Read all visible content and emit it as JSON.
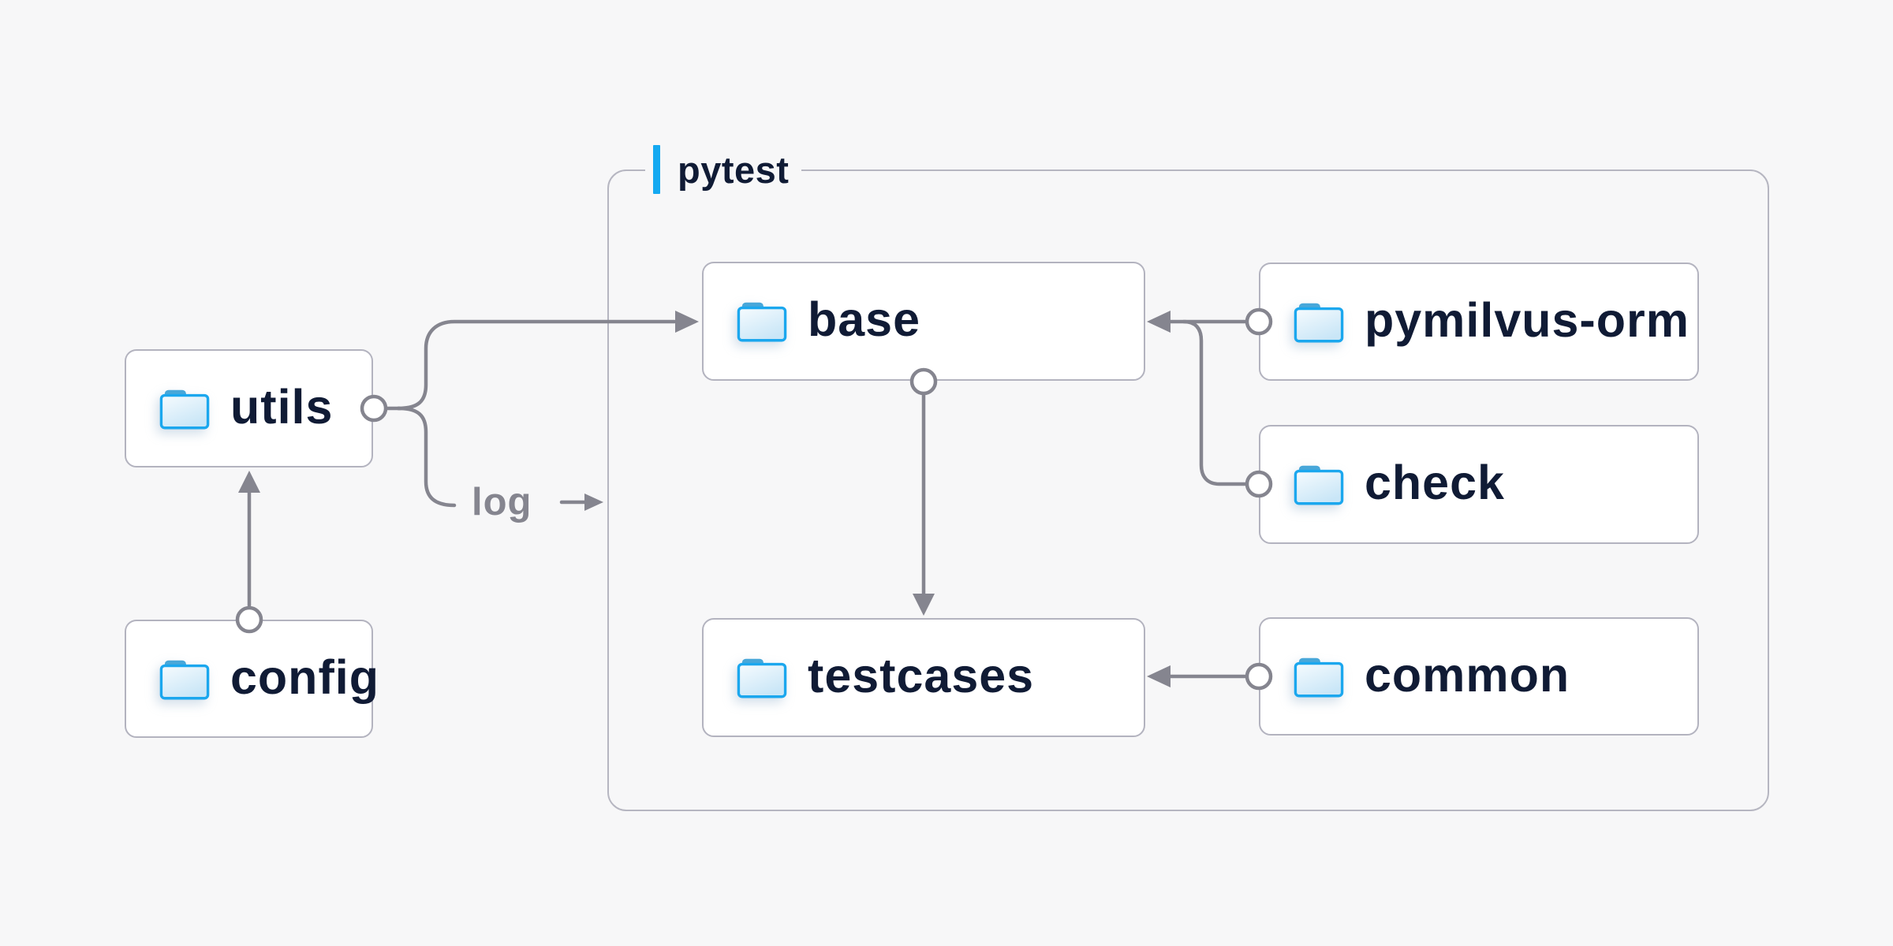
{
  "group": {
    "label": "pytest"
  },
  "nodes": {
    "utils": {
      "label": "utils"
    },
    "config": {
      "label": "config"
    },
    "base": {
      "label": "base"
    },
    "testcases": {
      "label": "testcases"
    },
    "pymilvus_orm": {
      "label": "pymilvus-orm"
    },
    "check": {
      "label": "check"
    },
    "common": {
      "label": "common"
    }
  },
  "edge_labels": {
    "log": "log"
  },
  "edges": [
    {
      "from": "config",
      "to": "utils"
    },
    {
      "from": "utils",
      "to": "base"
    },
    {
      "from": "utils",
      "to": "pytest-group",
      "label": "log"
    },
    {
      "from": "pymilvus-orm",
      "to": "base"
    },
    {
      "from": "check",
      "to": "base"
    },
    {
      "from": "base",
      "to": "testcases"
    },
    {
      "from": "common",
      "to": "testcases"
    }
  ],
  "colors": {
    "bg": "#f7f7f8",
    "node_fill": "#ffffff",
    "node_border": "#b3b3bf",
    "group_border": "#b6b6c1",
    "line": "#85858f",
    "text": "#101b35",
    "accent": "#14a9f1",
    "edge_label": "#85858f",
    "folder_stroke": "#1ba7ee",
    "folder_tab": "#48a7d9",
    "folder_fill_top": "#f6fbfe",
    "folder_fill_bottom": "#c9e6f7"
  }
}
